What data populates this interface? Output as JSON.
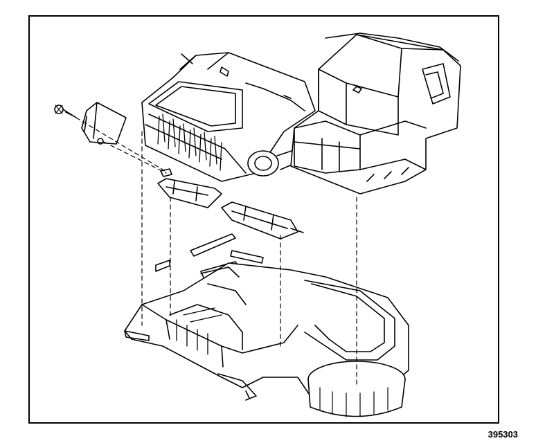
{
  "figure": {
    "code": "395303",
    "ink_color": "#000000",
    "background": "#ffffff"
  },
  "parts": [
    {
      "id": "upper-case",
      "icon": "evaporator-case-upper-half"
    },
    {
      "id": "blower-housing",
      "icon": "blower-motor-housing"
    },
    {
      "id": "actuator",
      "icon": "mode-door-actuator"
    },
    {
      "id": "fastener",
      "icon": "screw"
    },
    {
      "id": "door-1",
      "icon": "air-door-valve"
    },
    {
      "id": "door-2",
      "icon": "air-door-valve"
    },
    {
      "id": "seals",
      "icon": "foam-seal-strips"
    },
    {
      "id": "lower-case",
      "icon": "evaporator-case-lower-half"
    }
  ]
}
